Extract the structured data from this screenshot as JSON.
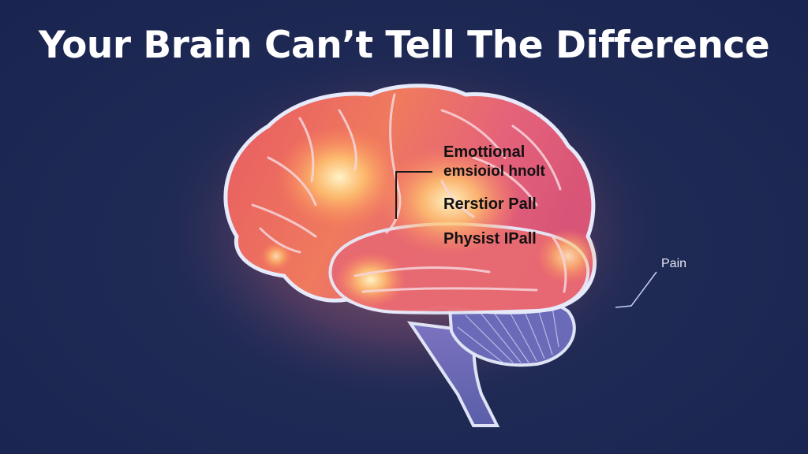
{
  "title": "Your Brain Can’t Tell The Difference",
  "labels": {
    "line1": "Emottional",
    "line2": "emsioiol hnolt",
    "line3": "Rerstior Pall",
    "line4": "Physist IPall"
  },
  "callout": {
    "text": "Pain"
  },
  "colors": {
    "background": "#1f2a55",
    "brain_fill": "#e35f6a",
    "brain_outline": "#dfe4f5",
    "glow": "#ffd27a",
    "stem": "#6d6fb8",
    "title": "#ffffff"
  }
}
